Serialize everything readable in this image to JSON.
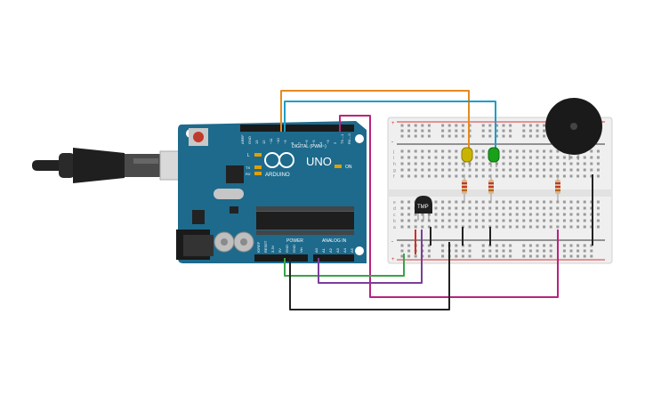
{
  "arduino": {
    "brand": "ARDUINO",
    "model": "UNO",
    "digital_label": "DIGITAL (PWM~)",
    "power_label": "POWER",
    "analog_label": "ANALOG IN",
    "on_label": "ON",
    "l_label": "L",
    "tx_label": "TX",
    "rx_label": "RX",
    "digital_pins": [
      "AREF",
      "GND",
      "13",
      "12",
      "~11",
      "~10",
      "~9",
      "8",
      "7",
      "~6",
      "~5",
      "4",
      "~3",
      "2",
      "TX→1",
      "RX←0"
    ],
    "power_pins": [
      "IOREF",
      "RESET",
      "3.3V",
      "5V",
      "GND",
      "GND",
      "Vin"
    ],
    "analog_pins": [
      "A0",
      "A1",
      "A2",
      "A3",
      "A4",
      "A5"
    ]
  },
  "breadboard": {
    "row_letters_top": [
      "j",
      "i",
      "h",
      "g",
      "f"
    ],
    "row_letters_bottom": [
      "e",
      "d",
      "c",
      "b",
      "a"
    ],
    "rail_plus": "+",
    "rail_minus": "-"
  },
  "components": {
    "sensor_label": "TMP",
    "led_yellow": "yellow-led",
    "led_green": "green-led",
    "buzzer": "piezo-buzzer"
  },
  "colors": {
    "board": "#1d6a8c",
    "wire_orange": "#e68a1e",
    "wire_cyan": "#1e9ec7",
    "wire_magenta": "#b8237e",
    "wire_purple": "#7b3e99",
    "wire_green": "#3aa447",
    "wire_black": "#222222",
    "led_yellow": "#c8b400",
    "led_green": "#1aa11a"
  }
}
